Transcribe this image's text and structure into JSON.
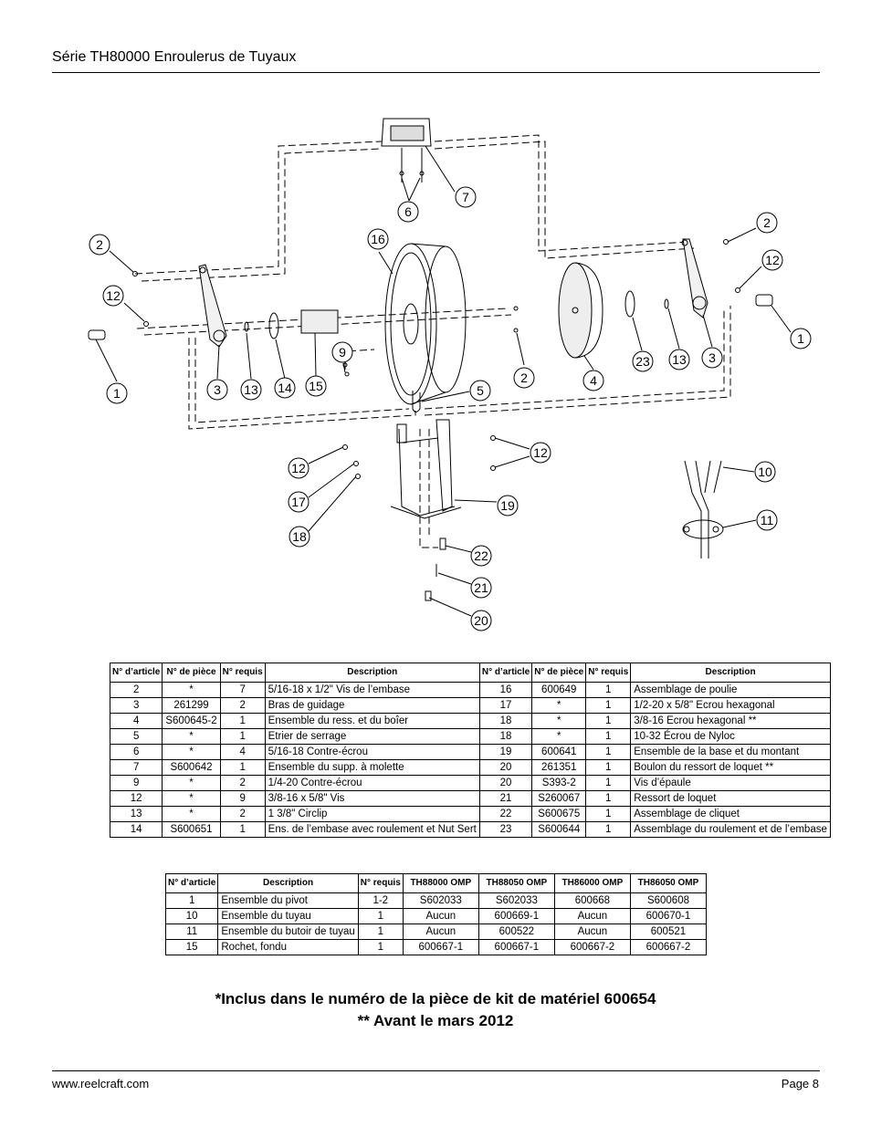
{
  "header": {
    "title": "Série TH80000 Enroulerus de Tuyaux"
  },
  "callouts": [
    "2",
    "12",
    "1",
    "3",
    "13",
    "14",
    "15",
    "16",
    "9",
    "7",
    "6",
    "5",
    "2",
    "4",
    "23",
    "13",
    "3",
    "2",
    "12",
    "1",
    "12",
    "17",
    "18",
    "12",
    "19",
    "22",
    "21",
    "20",
    "10",
    "11"
  ],
  "table1": {
    "headers": [
      "N° d’article",
      "N° de pièce",
      "N° requis",
      "Description",
      "N° d’article",
      "N° de pièce",
      "N° requis",
      "Description"
    ],
    "rows": [
      [
        "2",
        "*",
        "7",
        "5/16-18 x 1/2\" Vis de l’embase",
        "16",
        "600649",
        "1",
        "Assemblage de poulie"
      ],
      [
        "3",
        "261299",
        "2",
        "Bras de guidage",
        "17",
        "*",
        "1",
        "1/2-20 x 5/8\" Ecrou hexagonal"
      ],
      [
        "4",
        "S600645-2",
        "1",
        "Ensemble du ress. et du boîer",
        "18",
        "*",
        "1",
        "3/8-16 Ecrou hexagonal **"
      ],
      [
        "5",
        "*",
        "1",
        "Etrier de serrage",
        "18",
        "*",
        "1",
        "10-32 Écrou de Nyloc"
      ],
      [
        "6",
        "*",
        "4",
        "5/16-18 Contre-écrou",
        "19",
        "600641",
        "1",
        "Ensemble de la base et du montant"
      ],
      [
        "7",
        "S600642",
        "1",
        "Ensemble du supp. à molette",
        "20",
        "261351",
        "1",
        "Boulon du ressort de loquet **"
      ],
      [
        "9",
        "*",
        "2",
        "1/4-20 Contre-écrou",
        "20",
        "S393-2",
        "1",
        "Vis d’épaule"
      ],
      [
        "12",
        "*",
        "9",
        "3/8-16 x 5/8\" Vis",
        "21",
        "S260067",
        "1",
        "Ressort de loquet"
      ],
      [
        "13",
        "*",
        "2",
        "1 3/8\" Circlip",
        "22",
        "S600675",
        "1",
        "Assemblage de cliquet"
      ],
      [
        "14",
        "S600651",
        "1",
        "Ens. de l’embase avec roulement et Nut Sert",
        "23",
        "S600644",
        "1",
        "Assemblage du roulement et de l’embase"
      ]
    ]
  },
  "table2": {
    "headers": [
      "N° d’article",
      "Description",
      "N° requis",
      "TH88000 OMP",
      "TH88050 OMP",
      "TH86000 OMP",
      "TH86050 OMP"
    ],
    "rows": [
      [
        "1",
        "Ensemble du pivot",
        "1-2",
        "S602033",
        "S602033",
        "600668",
        "S600608"
      ],
      [
        "10",
        "Ensemble du tuyau",
        "1",
        "Aucun",
        "600669-1",
        "Aucun",
        "600670-1"
      ],
      [
        "11",
        "Ensemble du butoir de tuyau",
        "1",
        "Aucun",
        "600522",
        "Aucun",
        "600521"
      ],
      [
        "15",
        "Rochet, fondu",
        "1",
        "600667-1",
        "600667-1",
        "600667-2",
        "600667-2"
      ]
    ]
  },
  "notes": {
    "line1": "*Inclus dans le numéro de la pièce de kit de matériel 600654",
    "line2": "** Avant le mars 2012"
  },
  "footer": {
    "url": "www.reelcraft.com",
    "page": "Page 8"
  }
}
